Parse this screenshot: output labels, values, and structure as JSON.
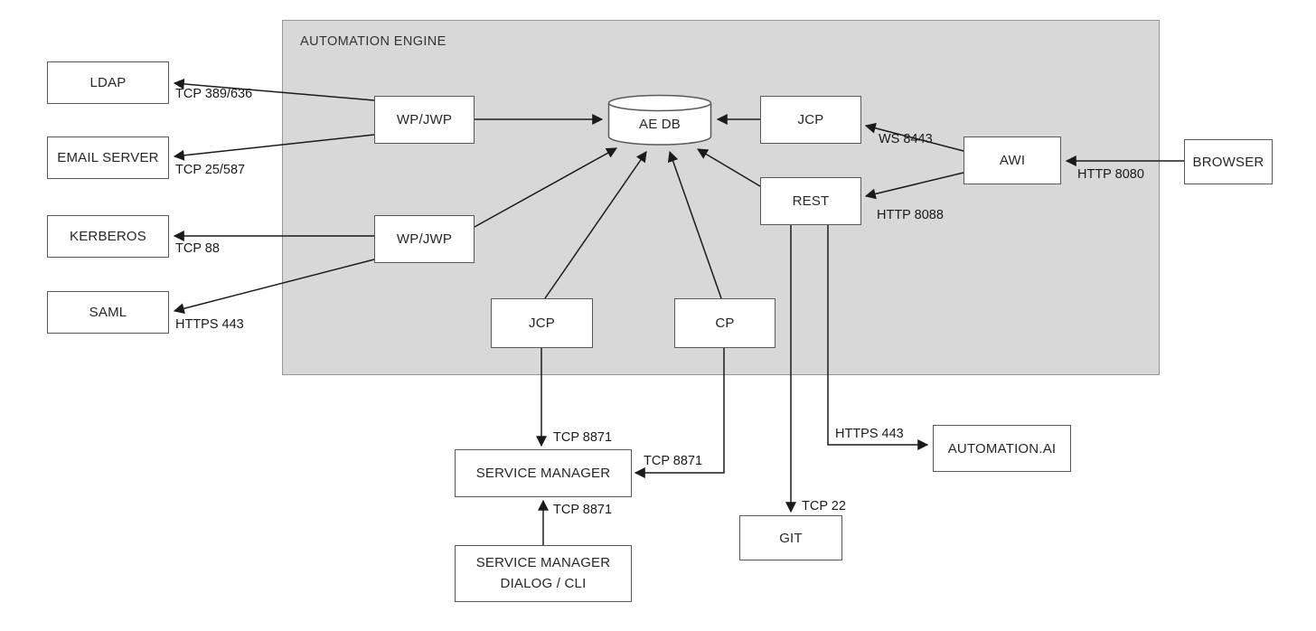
{
  "title": "AUTOMATION ENGINE",
  "nodes": {
    "ldap": {
      "label": "LDAP"
    },
    "email_server": {
      "label": "EMAIL SERVER"
    },
    "kerberos": {
      "label": "KERBEROS"
    },
    "saml": {
      "label": "SAML"
    },
    "wp_jwp_1": {
      "label": "WP/JWP"
    },
    "wp_jwp_2": {
      "label": "WP/JWP"
    },
    "ae_db": {
      "label": "AE DB"
    },
    "jcp_1": {
      "label": "JCP"
    },
    "jcp_2": {
      "label": "JCP"
    },
    "cp": {
      "label": "CP"
    },
    "rest": {
      "label": "REST"
    },
    "awi": {
      "label": "AWI"
    },
    "browser": {
      "label": "BROWSER"
    },
    "automation_ai": {
      "label": "AUTOMATION.AI"
    },
    "git": {
      "label": "GIT"
    },
    "service_manager": {
      "label": "SERVICE MANAGER"
    },
    "service_manager_dialog": {
      "label_line1": "SERVICE MANAGER",
      "label_line2": "DIALOG / CLI"
    }
  },
  "edge_labels": {
    "wpjwp_ldap": "TCP 389/636",
    "wpjwp_email": "TCP 25/587",
    "wpjwp_kerberos": "TCP 88",
    "wpjwp_saml": "HTTPS 443",
    "awi_jcp": "WS 8443",
    "awi_rest": "HTTP 8088",
    "browser_awi": "HTTP 8080",
    "jcp_sm": "TCP 8871",
    "cp_sm": "TCP 8871",
    "dialog_sm": "TCP 8871",
    "rest_git": "TCP 22",
    "rest_ai": "HTTPS 443"
  },
  "colors": {
    "engine_fill": "#d8d8d8",
    "engine_border": "#979797",
    "node_fill": "#ffffff",
    "node_border": "#595959",
    "line": "#1a1a1a",
    "text": "#262626"
  }
}
